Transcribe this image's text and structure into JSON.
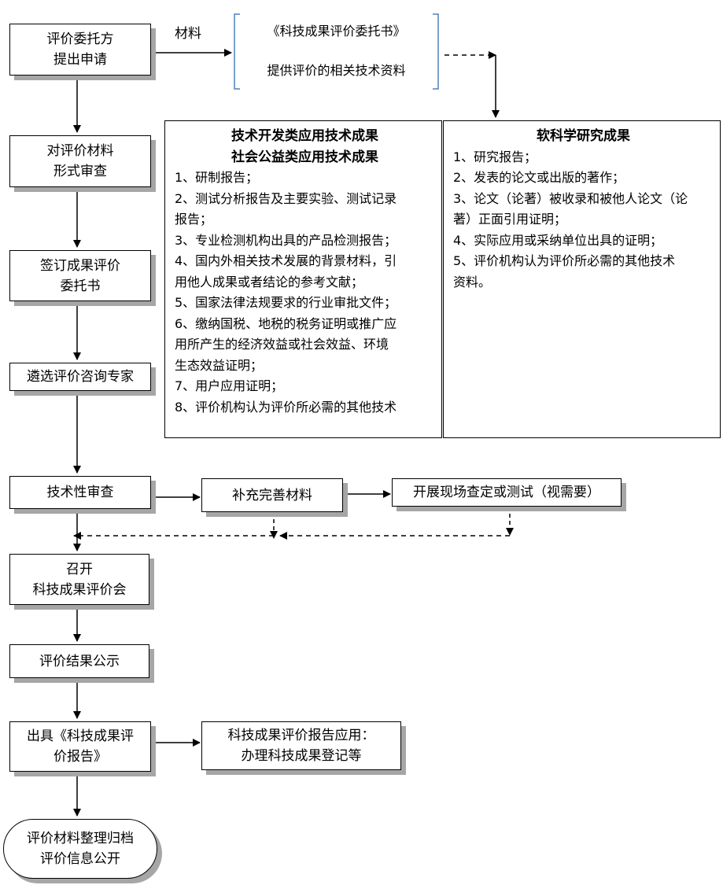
{
  "steps": {
    "s1": [
      "评价委托方",
      "提出申请"
    ],
    "s2": [
      "对评价材料",
      "形式审查"
    ],
    "s3": [
      "签订成果评价",
      "委托书"
    ],
    "s4": [
      "遴选评价咨询专家"
    ],
    "s5": [
      "技术性审查"
    ],
    "s6": [
      "召开",
      "科技成果评价会"
    ],
    "s7": [
      "评价结果公示"
    ],
    "s8": [
      "出具《科技成果评",
      "价报告》"
    ],
    "s9": [
      "评价材料整理归档",
      "评价信息公开"
    ]
  },
  "material_label": "材料",
  "materials": [
    "《科技成果评价委托书》",
    "提供评价的相关技术资料"
  ],
  "panel_left": {
    "titles": [
      "技术开发类应用技术成果",
      "社会公益类应用技术成果"
    ],
    "lines": [
      "1、研制报告；",
      "2、测试分析报告及主要实验、测试记录",
      "报告；",
      "3、专业检测机构出具的产品检测报告；",
      "4、国内外相关技术发展的背景材料，引",
      "用他人成果或者结论的参考文献；",
      "5、国家法律法规要求的行业审批文件；",
      "6、缴纳国税、地税的税务证明或推广应",
      "用所产生的经济效益或社会效益、环境",
      "生态效益证明；",
      "7、用户应用证明；",
      "8、评价机构认为评价所必需的其他技术"
    ]
  },
  "panel_right": {
    "title": "软科学研究成果",
    "lines": [
      "1、研究报告；",
      "2、发表的论文或出版的著作；",
      "3、论文（论著）被收录和被他人论文（论",
      "著）正面引用证明；",
      "4、实际应用或采纳单位出具的证明；",
      "5、评价机构认为评价所必需的其他技术",
      "资料。"
    ]
  },
  "supplement": "补充完善材料",
  "onsite": "开展现场查定或测试（视需要）",
  "report_use": [
    "科技成果评价报告应用：",
    "办理科技成果登记等"
  ]
}
